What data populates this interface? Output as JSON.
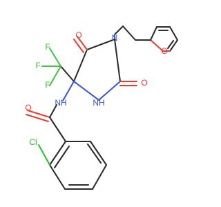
{
  "atoms": {
    "o_furan": "O",
    "n_ring": "N",
    "o_top": "O",
    "o_right": "O",
    "nh_ring": "NH",
    "nh_amide": "NH",
    "o_amide": "O",
    "f1": "F",
    "f2": "F",
    "f3": "F",
    "cl": "Cl"
  },
  "colors": {
    "bond": "#2b2b2b",
    "oxygen": "#ef3b2c",
    "nitrogen": "#3b54d9",
    "fluorine": "#42c442",
    "chlorine": "#2bc02b"
  }
}
